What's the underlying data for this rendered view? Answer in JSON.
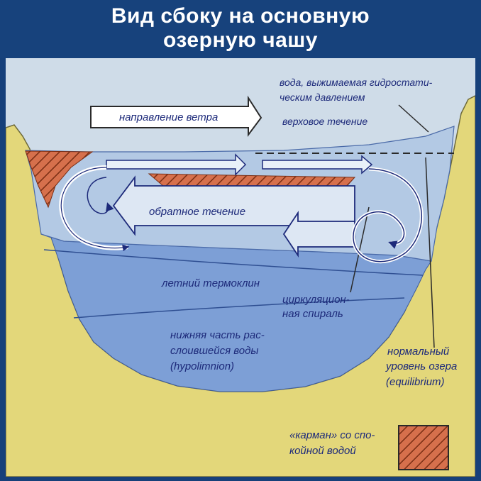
{
  "title": {
    "line1": "Вид сбоку на основную",
    "line2": "озерную чашу"
  },
  "labels": {
    "wind_direction": "направление ветра",
    "pressed_water_1": "вода, выжимаемая гидростати-",
    "pressed_water_2": "ческим давлением",
    "surface_current": "верховое течение",
    "return_current": "обратное течение",
    "thermocline": "летний термоклин",
    "spiral_1": "циркуляцион-",
    "spiral_2": "ная спираль",
    "hypolimnion_1": "нижняя часть рас-",
    "hypolimnion_2": "слоившейся воды",
    "hypolimnion_3": "(hypolimnion)",
    "normal_level_1": "нормальный",
    "normal_level_2": "уровень озера",
    "normal_level_3": "(equilibrium)",
    "pocket_1": "«карман» со спо-",
    "pocket_2": "койной водой"
  },
  "colors": {
    "header_bg": "#17427c",
    "sky": "#cfdce8",
    "earth": "#e3d77a",
    "upper_water": "#b3c9e4",
    "deep_water": "#7d9fd6",
    "pocket_fill": "#d6704c",
    "text_dark": "#1d2a7a"
  }
}
